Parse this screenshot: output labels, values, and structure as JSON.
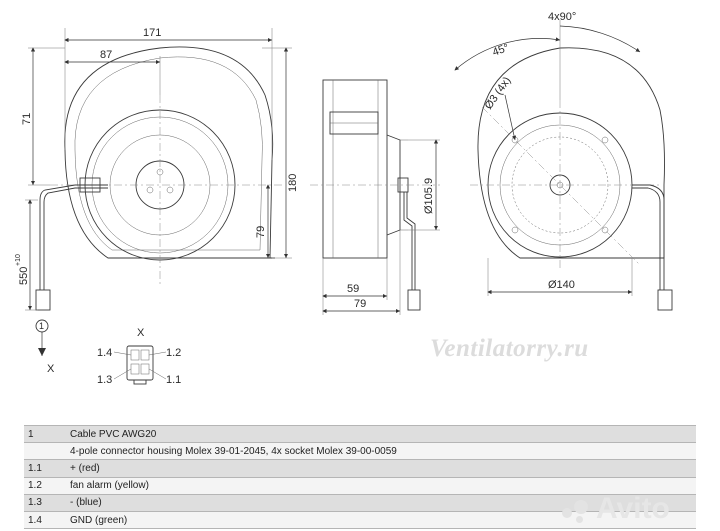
{
  "drawing": {
    "front_view": {
      "dim_width": "171",
      "dim_half_width": "87",
      "dim_top": "71",
      "dim_height": "180",
      "dim_center": "79",
      "dim_cable": "550",
      "dim_cable_tol": "+10"
    },
    "side_view": {
      "dim_hub": "59",
      "dim_width": "79",
      "dim_diameter": "Ø105.9"
    },
    "rear_view": {
      "dim_angle_pattern": "4x90°",
      "dim_angle": "45°",
      "dim_holes": "Ø3 (4x)",
      "dim_diameter": "Ø140"
    },
    "connector": {
      "callout": "1",
      "view_label": "X",
      "pin_1_4": "1.4",
      "pin_1_2": "1.2",
      "pin_1_3": "1.3",
      "pin_1_1": "1.1"
    },
    "view_marker": "X",
    "icons": [
      "view-arrow-icon",
      "connector-plug-icon"
    ]
  },
  "watermark": "Ventilatorry.ru",
  "avito_logo": "Avito",
  "legend": [
    {
      "ref": "1",
      "text": "Cable PVC AWG20"
    },
    {
      "ref": "",
      "text": "4-pole connector housing Molex 39-01-2045, 4x socket Molex 39-00-0059"
    },
    {
      "ref": "1.1",
      "text": "+ (red)"
    },
    {
      "ref": "1.2",
      "text": "fan alarm (yellow)"
    },
    {
      "ref": "1.3",
      "text": "- (blue)"
    },
    {
      "ref": "1.4",
      "text": "GND (green)"
    }
  ]
}
